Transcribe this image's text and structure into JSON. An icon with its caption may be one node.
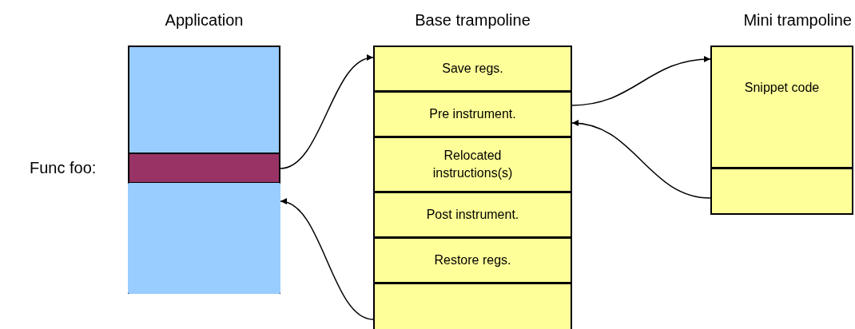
{
  "diagram": {
    "nodes": [
      {
        "text": [
          "Application"
        ]
      },
      {
        "text": [],
        "shape": "bar",
        "in": 0,
        "beside": [
          "Func foo:"
        ]
      },
      {
        "text": [],
        "shape": "box",
        "in": 0
      },
      {
        "text": [
          "Base trampoline"
        ]
      },
      {
        "text": [
          "Save regs."
        ],
        "in": 3
      },
      {
        "text": [
          "Pre instrument."
        ],
        "in": 3
      },
      {
        "text": [
          "Relocated instructions(s)"
        ],
        "in": 3
      },
      {
        "text": [
          "Post instrument."
        ],
        "in": 3
      },
      {
        "text": [
          "Restore regs."
        ],
        "in": 3
      },
      {
        "text": [],
        "shape": "box",
        "in": 3
      },
      {
        "text": [
          "Mini trampoline"
        ]
      },
      {
        "text": [
          "Snippet code"
        ],
        "in": 10
      },
      {
        "text": [],
        "shape": "box",
        "in": 10
      }
    ],
    "edges": [
      {
        "from": 1,
        "to": 4,
        "arrow": "to"
      },
      {
        "from": 5,
        "to": 11,
        "arrow": "to"
      },
      {
        "from": 12,
        "to": 5,
        "arrow": "to"
      },
      {
        "from": 9,
        "to": 2,
        "arrow": "to"
      }
    ]
  }
}
